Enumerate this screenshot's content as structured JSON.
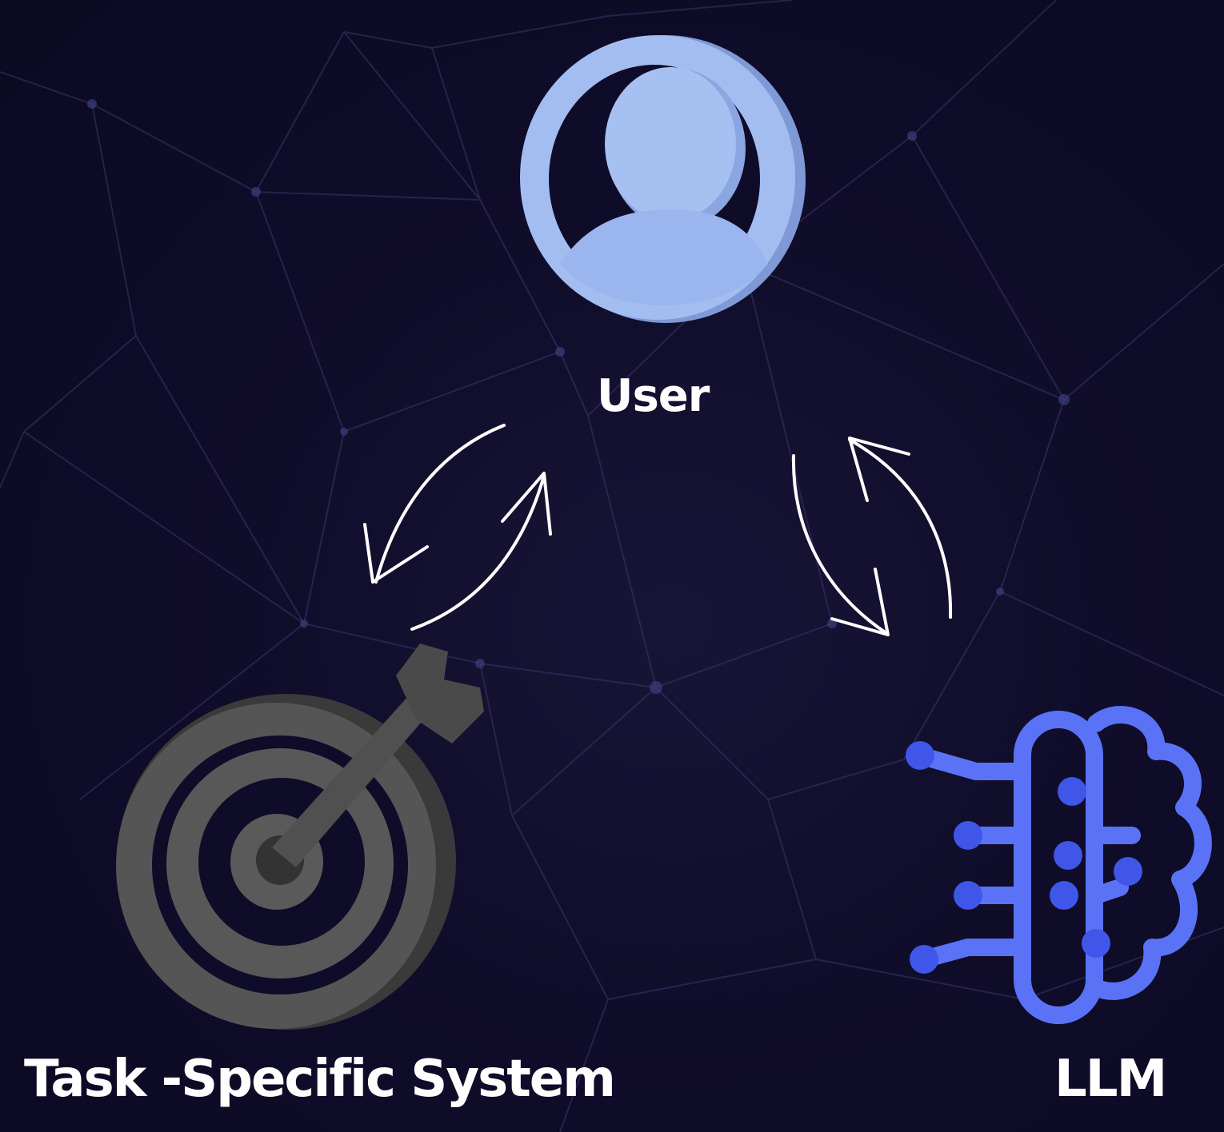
{
  "nodes": {
    "user": {
      "label": "User",
      "icon": "user-avatar-icon",
      "color": "#9fbaf0"
    },
    "task_system": {
      "label": "Task -Specific System",
      "icon": "target-arrow-icon",
      "color": "#4a4a4a"
    },
    "llm": {
      "label": "LLM",
      "icon": "ai-brain-circuit-icon",
      "color": "#4f66f0"
    }
  },
  "connections": [
    {
      "between": [
        "user",
        "task_system"
      ],
      "direction": "bidirectional"
    },
    {
      "between": [
        "user",
        "llm"
      ],
      "direction": "bidirectional"
    }
  ],
  "background": {
    "color": "#0f0c29",
    "network_line_color": "#3a3566"
  }
}
